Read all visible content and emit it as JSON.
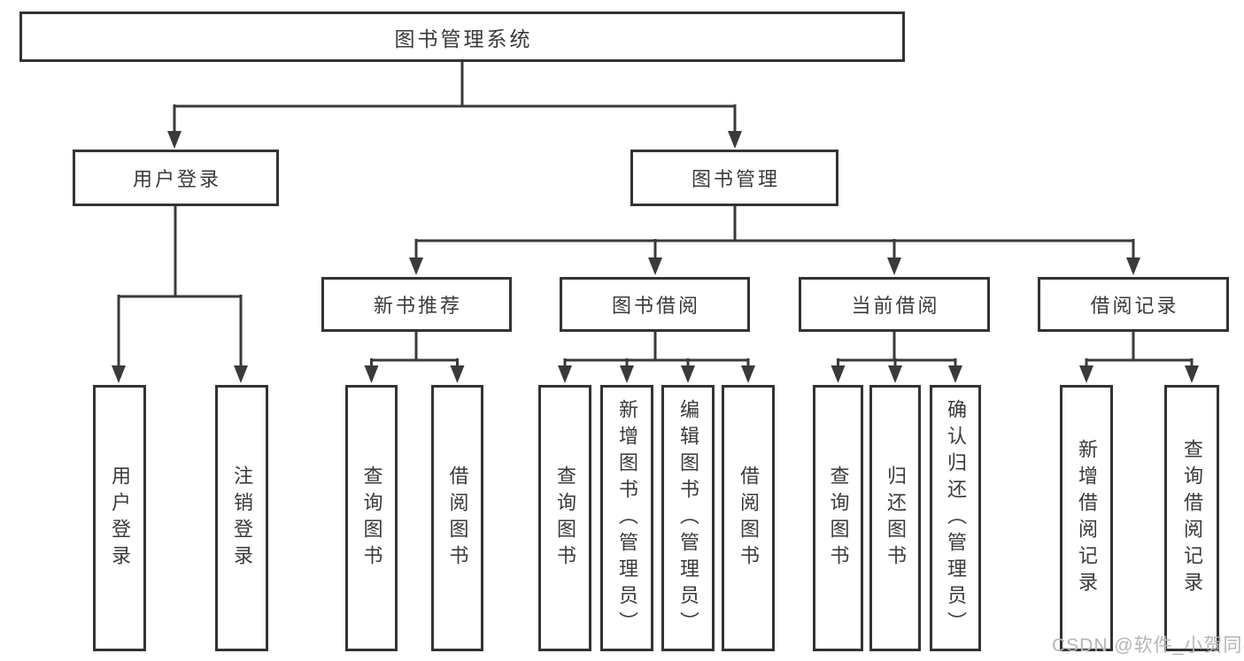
{
  "diagram": {
    "title": "图书管理系统",
    "branches": [
      {
        "label": "用户登录",
        "children": [
          "用户登录",
          "注销登录"
        ]
      },
      {
        "label": "图书管理",
        "groups": [
          {
            "label": "新书推荐",
            "children": [
              "查询图书",
              "借阅图书"
            ]
          },
          {
            "label": "图书借阅",
            "children": [
              "查询图书",
              "新增图书（管理员）",
              "编辑图书（管理员）",
              "借阅图书"
            ]
          },
          {
            "label": "当前借阅",
            "children": [
              "查询图书",
              "归还图书",
              "确认归还（管理员）"
            ]
          },
          {
            "label": "借阅记录",
            "children": [
              "新增借阅记录",
              "查询借阅记录"
            ]
          }
        ]
      }
    ]
  },
  "watermark": "CSDN @软件_小贺同学",
  "colors": {
    "line": "#3a3a3a",
    "box_border": "#333333",
    "text": "#3a3a3a",
    "watermark": "#b5b5b5",
    "background": "#ffffff"
  }
}
